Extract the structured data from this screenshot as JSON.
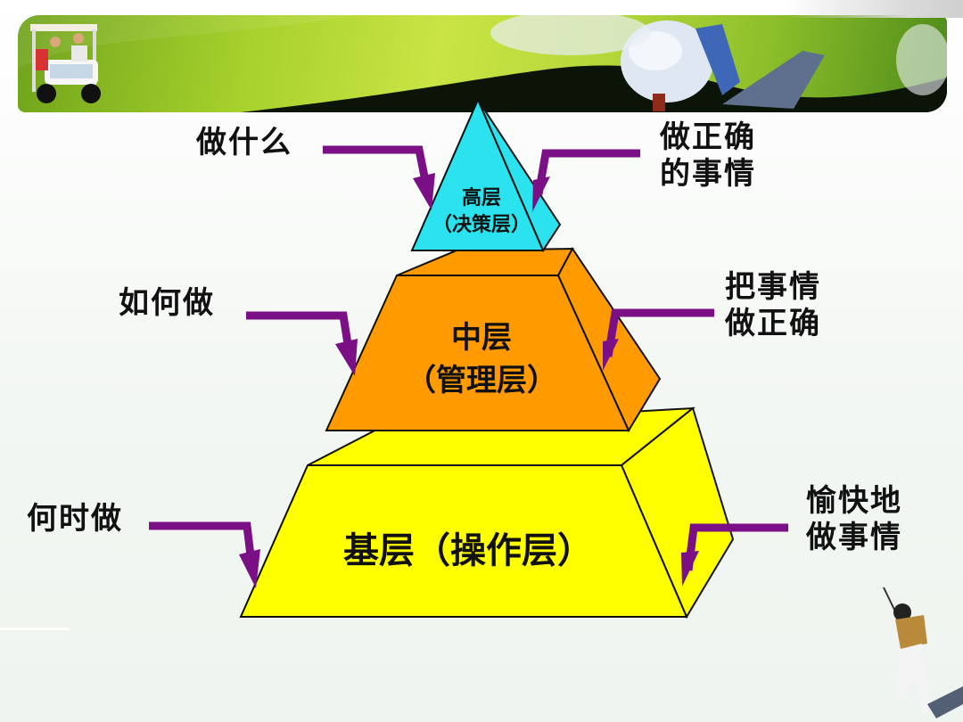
{
  "slide": {
    "banner": {
      "description": "golf themed header banner",
      "icons": [
        "golf-cart-image",
        "golf-ball-on-tee-image",
        "golf-club-image"
      ]
    },
    "pyramid": {
      "top": {
        "title": "高层",
        "subtitle": "（决策层）",
        "color": "#29e6ef"
      },
      "middle": {
        "title": "中层",
        "subtitle": "（管理层）",
        "color": "#ff9900"
      },
      "base": {
        "title": "基层（操作层）",
        "color": "#ffff00"
      }
    },
    "left_labels": [
      {
        "text": "做什么"
      },
      {
        "text": "如何做"
      },
      {
        "text": "何时做"
      }
    ],
    "right_labels": [
      {
        "line1": "做正确",
        "line2": "的事情"
      },
      {
        "line1": "把事情",
        "line2": "做正确"
      },
      {
        "line1": "愉快地",
        "line2": "做事情"
      }
    ],
    "arrow_color": "#7a0f86",
    "decor": {
      "golfer": "golfer-swing-image"
    }
  }
}
